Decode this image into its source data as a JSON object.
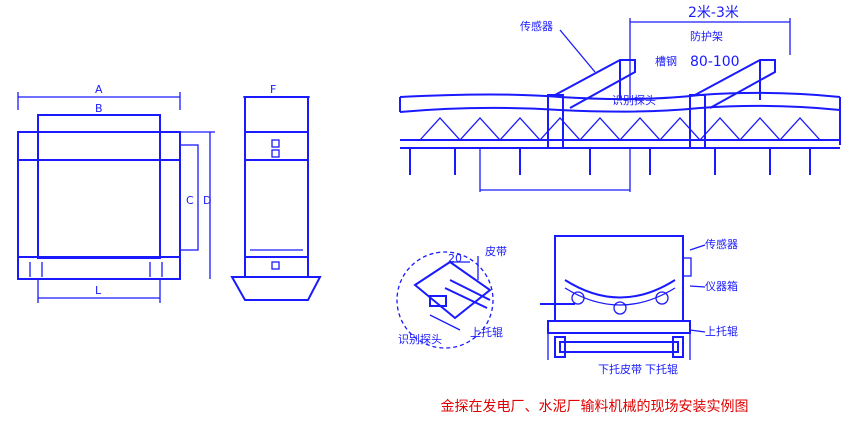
{
  "left_views": {
    "dim_a": "A",
    "dim_b": "B",
    "dim_c": "C",
    "dim_d": "D",
    "dim_l": "L",
    "dim_f": "F"
  },
  "top_view": {
    "spacing": "2米-3米",
    "label_sensor": "传感器",
    "label_guard": "防护架",
    "label_steel": "槽钢",
    "label_steel_size": "80-100",
    "label_probe": "识别探头"
  },
  "detail_view": {
    "label_edge": "皮带",
    "angle": "20",
    "label_probe": "识别探头",
    "label_upper_idler": "上托辊"
  },
  "section_view": {
    "label_sensor": "传感器",
    "label_instrument": "仪器箱",
    "label_upper_idler": "上托辊",
    "label_lower_belt": "下托皮带",
    "label_lower_idler": "下托辊"
  },
  "caption": "金探在发电厂、水泥厂输料机械的现场安装实例图",
  "colors": {
    "line": "#1a1aff",
    "caption": "#e00000",
    "background": "#ffffff"
  }
}
